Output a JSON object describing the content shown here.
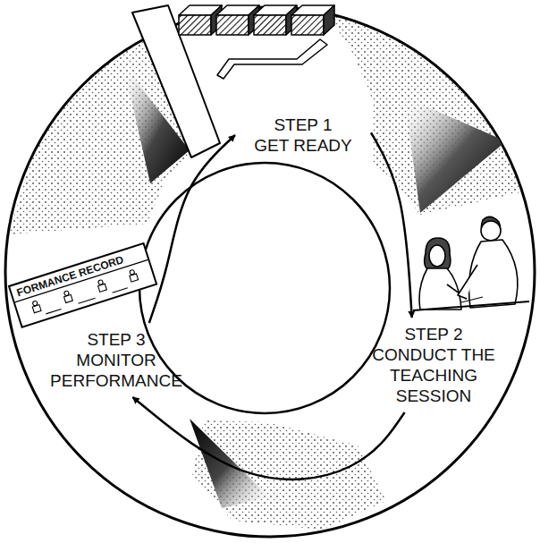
{
  "diagram": {
    "nodes": [
      {
        "text": [
          "STEP 1",
          "GET READY"
        ]
      },
      {
        "text": [
          "STEP 2",
          "CONDUCT THE TEACHING SESSION"
        ]
      },
      {
        "text": [
          "STEP 3",
          "MONITOR PERFORMANCE"
        ]
      }
    ],
    "edges": [
      {
        "from": 0,
        "to": 1,
        "arrow": "to"
      },
      {
        "from": 1,
        "to": 2,
        "arrow": "to"
      },
      {
        "from": 2,
        "to": 0,
        "arrow": "to"
      }
    ],
    "labels": [
      "FORMANCE RECORD"
    ]
  }
}
